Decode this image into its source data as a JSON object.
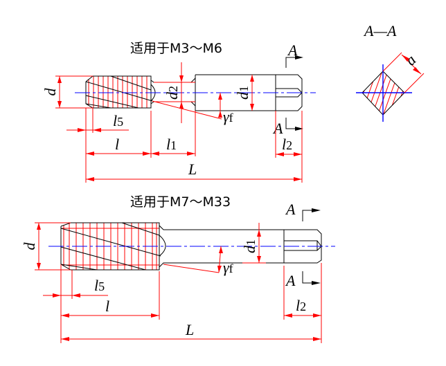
{
  "top": {
    "title": "适用于M3～M6",
    "labels": {
      "d": "d",
      "d1": "d",
      "d1_sub": "1",
      "d2": "d",
      "d2_sub": "2",
      "l": "l",
      "l1": "l",
      "l1_sub": "1",
      "l2": "l",
      "l2_sub": "2",
      "l5": "l",
      "l5_sub": "5",
      "L": "L",
      "gamma": "γ",
      "gamma_sub": "f",
      "section_top": "A",
      "section_bottom": "A"
    }
  },
  "bottom": {
    "title": "适用于M7～M33",
    "labels": {
      "d": "d",
      "d1": "d",
      "d1_sub": "1",
      "l": "l",
      "l2": "l",
      "l2_sub": "2",
      "l5": "l",
      "l5_sub": "5",
      "L": "L",
      "gamma": "γ",
      "gamma_sub": "f",
      "section_top": "A",
      "section_bottom": "A"
    }
  },
  "section": {
    "title": "A—A",
    "label_a": "a"
  },
  "colors": {
    "outline": "#000000",
    "dimension": "#ff0000",
    "centerline": "#0000ff"
  }
}
